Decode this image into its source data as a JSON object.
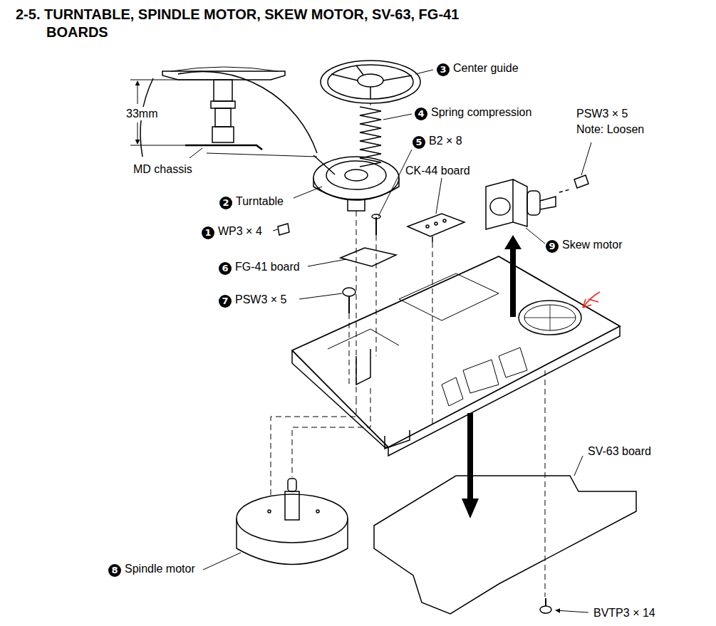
{
  "diagram": {
    "title": "2-5. TURNTABLE, SPINDLE MOTOR, SKEW MOTOR, SV-63, FG-41 BOARDS",
    "labels": [
      "3",
      "Center guide",
      "4",
      "Spring compression",
      "5",
      "B2 × 8",
      "CK-44 board",
      "PSW3 × 5",
      "Note: Loosen",
      "33mm",
      "MD chassis",
      "2",
      "Turntable",
      "1",
      "WP3 × 4",
      "6",
      "FG-41 board",
      "7",
      "PSW3 × 5",
      "9",
      "Skew motor",
      "SV-63 board",
      "8",
      "Spindle motor",
      "BVTP3 × 14"
    ]
  }
}
